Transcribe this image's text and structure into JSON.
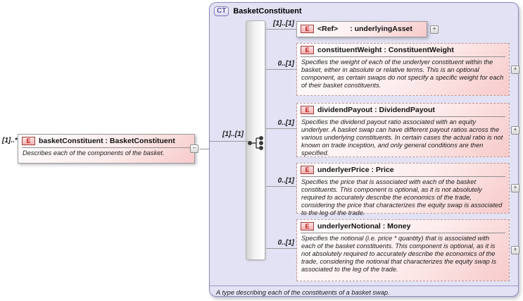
{
  "colors": {
    "ct_fill": "#e2e2f4",
    "ct_border": "#8a8ac0",
    "element_fill_end": "#f7caca",
    "element_border": "#9a9a9a",
    "element_border_optional": "#bc9c9c",
    "badge_border": "#a33c3c",
    "badge_text": "#bf1717",
    "ct_badge_text": "#5151a3",
    "connector": "#9a9a9a"
  },
  "source_element": {
    "cardinality": "[1]..*",
    "badge": "E",
    "name": "basketConstituent : BasketConstituent",
    "description": "Describes each of the components of the basket.",
    "collapse_glyph": "−"
  },
  "complex_type": {
    "badge": "CT",
    "title": "BasketConstituent",
    "compositor": {
      "type": "sequence",
      "cardinality": "[1]..[1]"
    },
    "annotation": "A type describing each of the constituents of a basket swap.",
    "children": [
      {
        "badge": "E",
        "cardinality": "[1]..[1]",
        "ref_label": "<Ref>",
        "name": ": underlyingAsset",
        "description": "",
        "optional": false,
        "expand_glyph": "+"
      },
      {
        "badge": "E",
        "cardinality": "0..[1]",
        "name": "constituentWeight : ConstituentWeight",
        "description": "Specifies the weight of each of the underlyer constituent within the basket, either in absolute or relative terms. This is an optional component, as certain swaps do not specify a specific weight for each of their basket constituents.",
        "optional": true,
        "expand_glyph": "+"
      },
      {
        "badge": "E",
        "cardinality": "0..[1]",
        "name": "dividendPayout : DividendPayout",
        "description": "Specifies the dividend payout ratio associated with an equity underlyer. A basket swap can have different payout ratios across the various underlying constituents. In certain cases the actual ratio is not known on trade inception, and only general conditions are then specified.",
        "optional": true,
        "expand_glyph": "+"
      },
      {
        "badge": "E",
        "cardinality": "0..[1]",
        "name": "underlyerPrice : Price",
        "description": "Specifies the price that is associated with each of the basket constituents. This component is optional, as it is not absolutely required to accurately describe the economics of the trade, considering the price that characterizes the equity swap is associated to the leg of the trade.",
        "optional": true,
        "expand_glyph": "+"
      },
      {
        "badge": "E",
        "cardinality": "0..[1]",
        "name": "underlyerNotional : Money",
        "description": "Specifies the notional (i.e. price * quantity) that is associated with each of the basket constituents. This component is optional, as it is not absolutely required to accurately describe the economics of the trade, considering the notional that characterizes the equity swap is associated to the leg of the trade.",
        "optional": true,
        "expand_glyph": "+"
      }
    ]
  }
}
